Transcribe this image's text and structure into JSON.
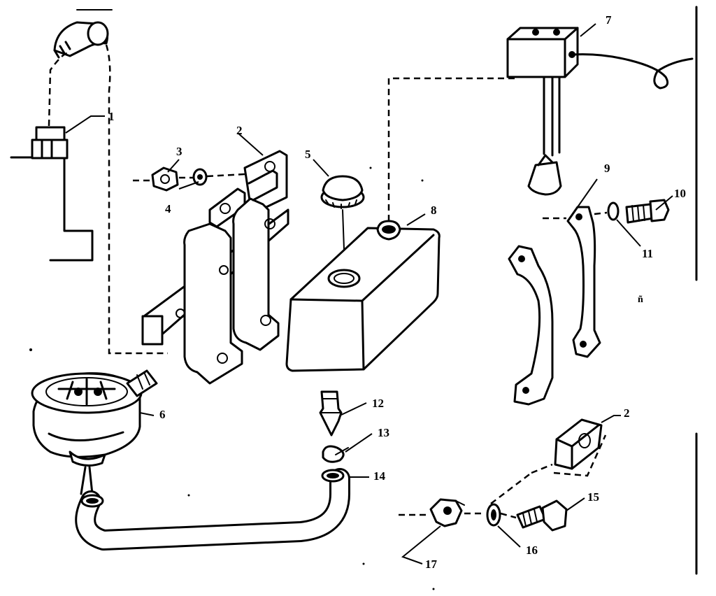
{
  "diagram": {
    "callouts": [
      {
        "id": "c1",
        "label": "1"
      },
      {
        "id": "c2",
        "label": "2"
      },
      {
        "id": "c2b",
        "label": "2"
      },
      {
        "id": "c3",
        "label": "3"
      },
      {
        "id": "c4",
        "label": "4"
      },
      {
        "id": "c5",
        "label": "5"
      },
      {
        "id": "c6",
        "label": "6"
      },
      {
        "id": "c7",
        "label": "7"
      },
      {
        "id": "c8",
        "label": "8"
      },
      {
        "id": "c9",
        "label": "9"
      },
      {
        "id": "c10",
        "label": "10"
      },
      {
        "id": "c11",
        "label": "11"
      },
      {
        "id": "c12",
        "label": "12"
      },
      {
        "id": "c13",
        "label": "13"
      },
      {
        "id": "c14",
        "label": "14"
      },
      {
        "id": "c15",
        "label": "15"
      },
      {
        "id": "c16",
        "label": "16"
      },
      {
        "id": "c17",
        "label": "17"
      }
    ],
    "margin_mark": "ñ"
  }
}
